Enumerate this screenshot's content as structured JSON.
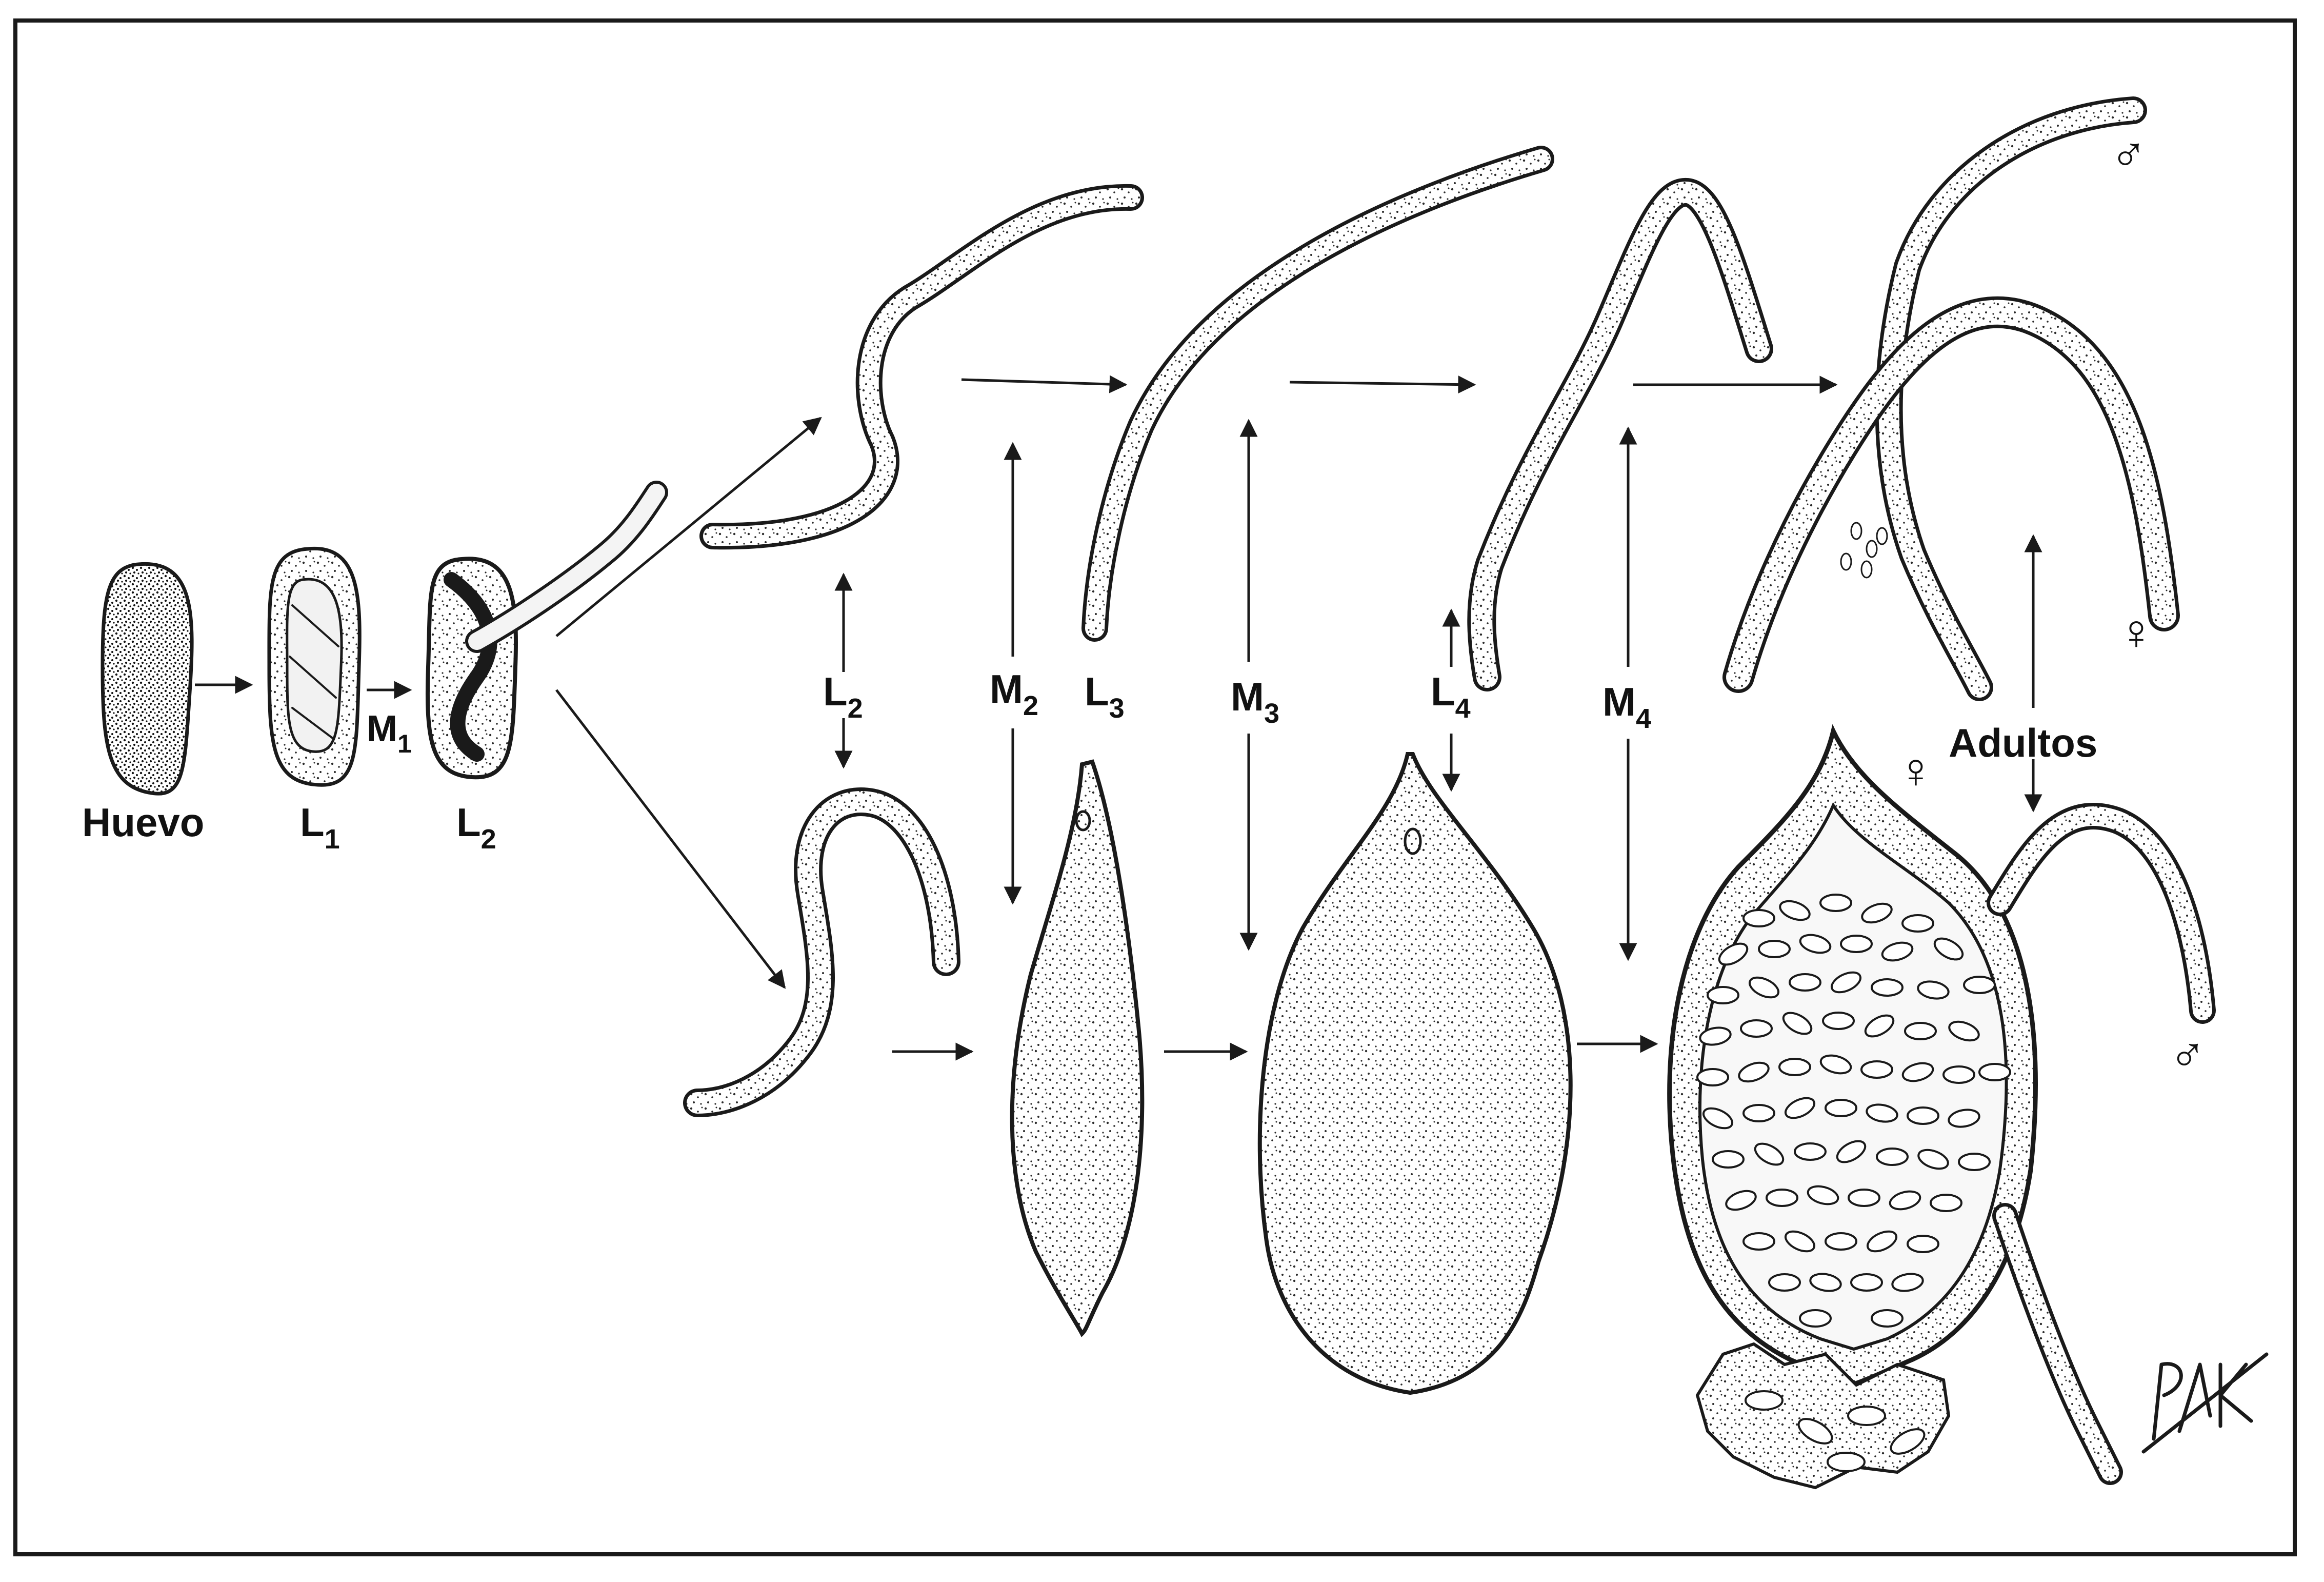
{
  "labels": {
    "egg": "Huevo",
    "l1": {
      "base": "L",
      "sub": "1"
    },
    "l2_egg": {
      "base": "L",
      "sub": "2"
    },
    "m1": {
      "base": "M",
      "sub": "1"
    },
    "l2_root": {
      "base": "L",
      "sub": "2"
    },
    "m2": {
      "base": "M",
      "sub": "2"
    },
    "l3": {
      "base": "L",
      "sub": "3"
    },
    "m3": {
      "base": "M",
      "sub": "3"
    },
    "l4": {
      "base": "L",
      "sub": "4"
    },
    "m4": {
      "base": "M",
      "sub": "4"
    },
    "adults": "Adultos",
    "male_top": "♂",
    "female_top": "♀",
    "female_cyst": "♀",
    "male_bottom": "♂"
  },
  "signature": "PAK",
  "colors": {
    "ink": "#1a1a1a",
    "paper": "#ffffff"
  }
}
